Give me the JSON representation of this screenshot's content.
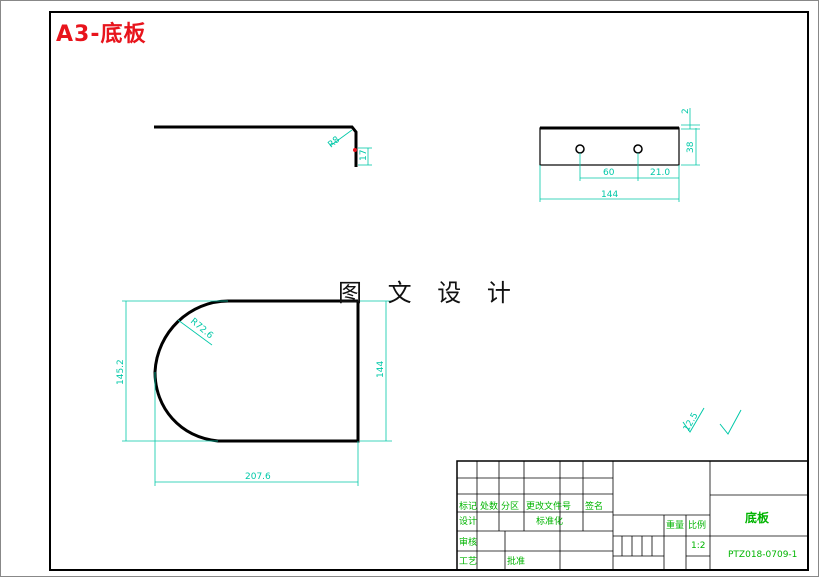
{
  "sheet": {
    "title": "A3-底板",
    "watermark": "图 文 设 计"
  },
  "top_view": {
    "dims": {
      "angle_label": "R8",
      "height_label": "17"
    }
  },
  "side_view": {
    "dims": {
      "thickness": "2",
      "height": "38",
      "hole_spacing": "60",
      "edge_to_hole": "21.0",
      "overall_width": "144"
    }
  },
  "plan_view": {
    "dims": {
      "radius": "R72.6",
      "left_height": "145.2",
      "right_height": "144",
      "overall_length": "207.6"
    }
  },
  "roughness_marks": {
    "mark_1": "12.5",
    "mark_2": ""
  },
  "title_block": {
    "part_name": "底板",
    "drawing_number": "PTZ018-0709-1",
    "scale": "1:2",
    "labels": {
      "l1": "标记",
      "l2": "处数",
      "l3": "分区",
      "l4": "更改文件号",
      "l5": "签名",
      "l6": "设计",
      "l7": "标准化",
      "l8": "审核",
      "l9": "工艺",
      "l10": "批准",
      "l11": "重量",
      "l12": "比例"
    }
  }
}
